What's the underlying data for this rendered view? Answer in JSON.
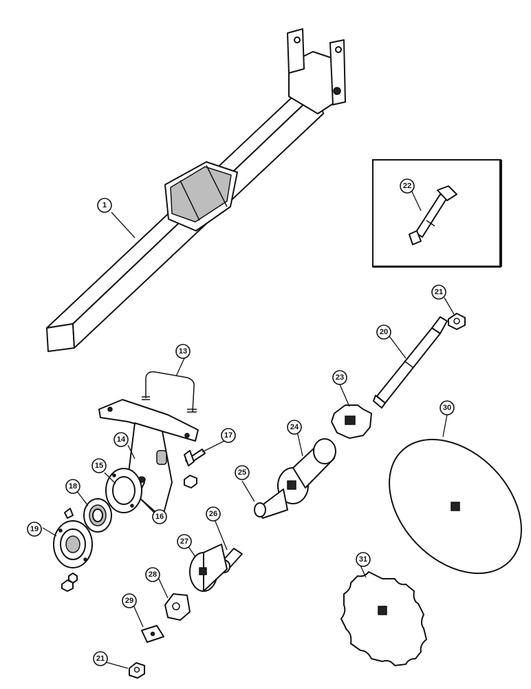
{
  "callouts": {
    "c1": "1",
    "c13": "13",
    "c14": "14",
    "c15": "15",
    "c16": "16",
    "c17": "17",
    "c18": "18",
    "c19": "19",
    "c20": "20",
    "c21a": "21",
    "c21b": "21",
    "c22": "22",
    "c23": "23",
    "c24": "24",
    "c25": "25",
    "c26": "26",
    "c27": "27",
    "c28": "28",
    "c29": "29",
    "c30": "30",
    "c31": "31"
  }
}
